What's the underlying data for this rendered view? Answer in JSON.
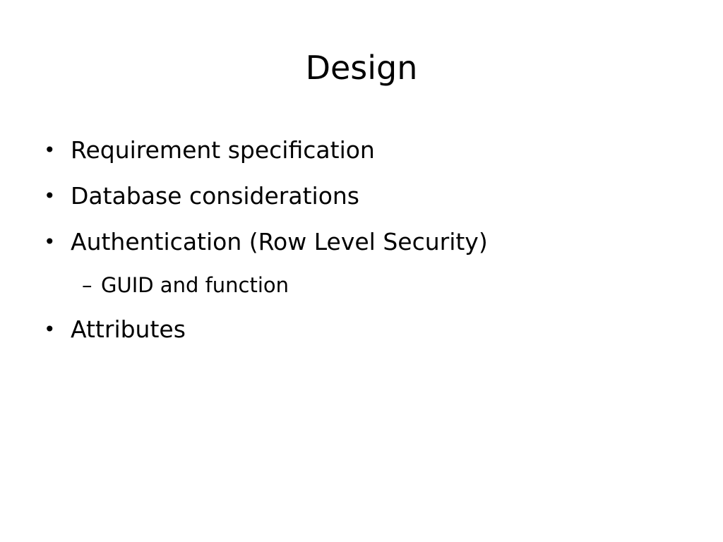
{
  "slide": {
    "title": "Design",
    "bullets": [
      {
        "marker": "•",
        "text": "Requirement specification"
      },
      {
        "marker": "•",
        "text": "Database considerations"
      },
      {
        "marker": "•",
        "text": "Authentication (Row Level Security)"
      },
      {
        "marker": "–",
        "text": "GUID and function"
      },
      {
        "marker": "•",
        "text": "Attributes"
      }
    ]
  }
}
